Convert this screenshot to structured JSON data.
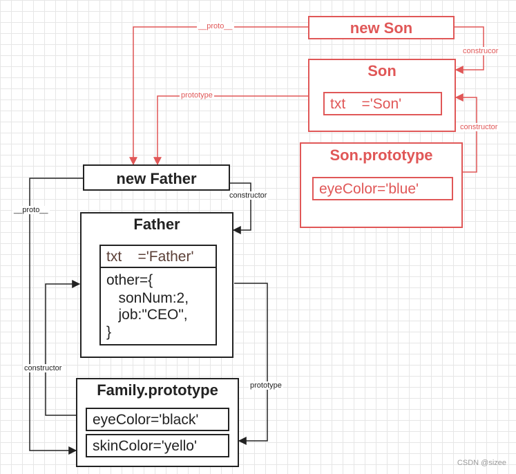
{
  "nodes": {
    "new_son": {
      "title": "new Son"
    },
    "son": {
      "title": "Son",
      "prop": "txt    ='Son'"
    },
    "son_prototype": {
      "title": "Son.prototype",
      "prop": "eyeColor='blue'"
    },
    "new_father": {
      "title": "new Father"
    },
    "father": {
      "title": "Father",
      "prop": "txt    ='Father'",
      "other_lines": [
        "other={",
        "   sonNum:2,",
        "   job:\"CEO\",",
        "}"
      ]
    },
    "family_prototype": {
      "title": "Family.prototype",
      "props": [
        "eyeColor='black'",
        "skinColor='yello'"
      ]
    }
  },
  "edges": {
    "son_proto": "__proto__",
    "son_constructor_top": "construcor",
    "son_constructor": "constructor",
    "son_prototype": "prototype",
    "father_proto": "__proto__",
    "father_constructor": "constructor",
    "family_constructor": "constructor",
    "father_prototype": "prototype"
  },
  "colors": {
    "red": "#e05757",
    "black": "#222222"
  },
  "watermark": "CSDN @sizee"
}
